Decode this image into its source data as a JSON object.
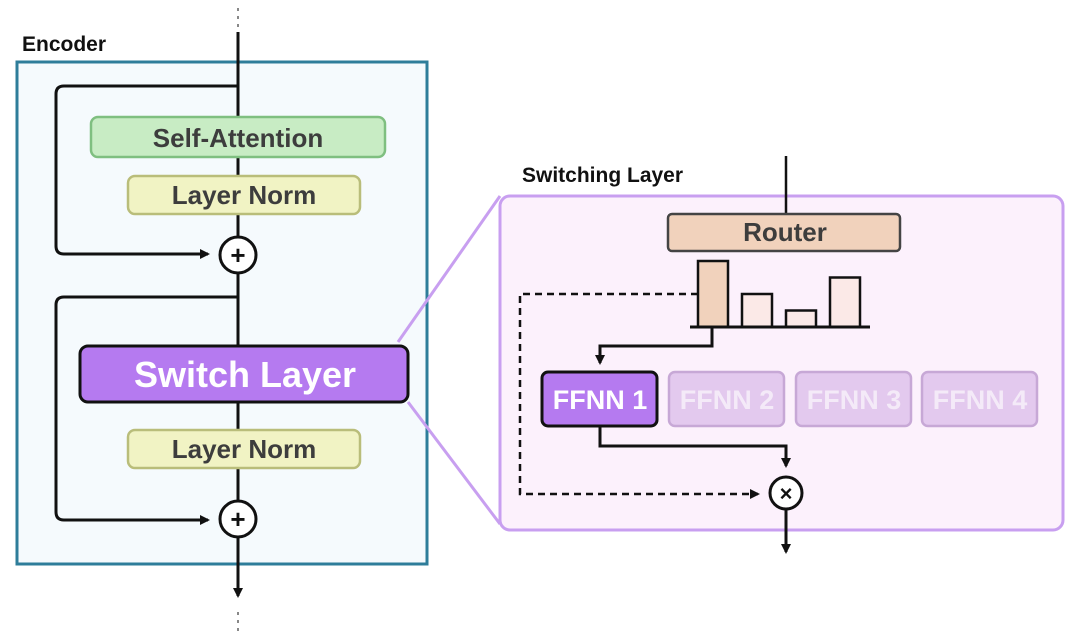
{
  "encoder": {
    "title": "Encoder",
    "self_attention_label": "Self-Attention",
    "layer_norm_top_label": "Layer Norm",
    "switch_layer_label": "Switch Layer",
    "layer_norm_bottom_label": "Layer Norm",
    "add_symbol": "+"
  },
  "switching": {
    "title": "Switching Layer",
    "router_label": "Router",
    "router_probabilities": [
      0.4,
      0.2,
      0.1,
      0.3
    ],
    "selected_expert_index": 0,
    "experts": [
      {
        "label": "FFNN 1",
        "selected": true
      },
      {
        "label": "FFNN 2",
        "selected": false
      },
      {
        "label": "FFNN 3",
        "selected": false
      },
      {
        "label": "FFNN 4",
        "selected": false
      }
    ],
    "multiply_symbol": "×"
  },
  "colors": {
    "encoder_border": "#2e7d9a",
    "encoder_fill": "#f5fafd",
    "self_attention_fill": "#c8ecc4",
    "self_attention_border": "#7fbf80",
    "layer_norm_fill": "#f1f3c4",
    "layer_norm_border": "#b9bd7a",
    "switch_fill": "#b57af0",
    "switch_text": "#ffffff",
    "switching_border": "#c89ff0",
    "switching_fill": "#fcf1fc",
    "router_fill": "#f1d2bc",
    "router_border": "#444444",
    "bar_selected_fill": "#f1d2bc",
    "bar_other_fill": "#fbe9e7",
    "expert_selected_fill": "#b57af0",
    "expert_faded_fill": "#e3c9ee",
    "expert_faded_border": "#c7a8d6",
    "expert_faded_text": "#f4eaf8",
    "line": "#111111"
  }
}
